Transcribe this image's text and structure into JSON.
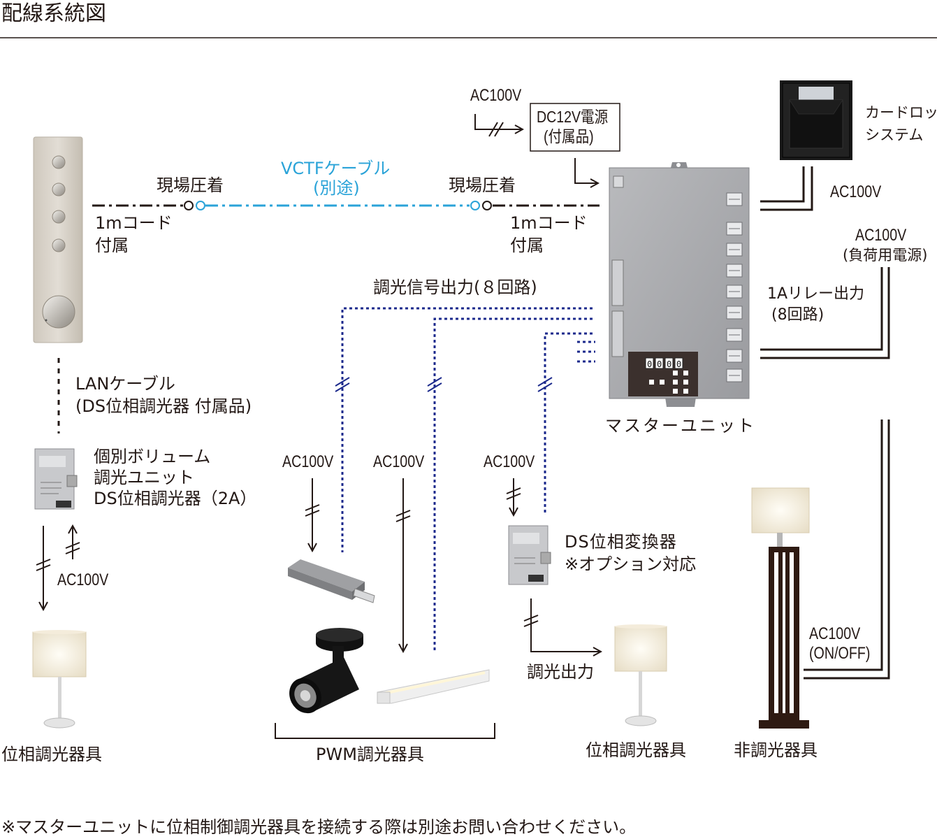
{
  "title": "配線系統図",
  "power_ac100v": "AC100V",
  "dc_power": {
    "line1": "DC12V電源",
    "line2": "(付属品)"
  },
  "card_lock": {
    "line1": "カードロック",
    "line2": "システム"
  },
  "cable": {
    "vctf_line1": "VCTFケーブル",
    "vctf_line2": "(別途)",
    "crimp": "現場圧着",
    "cord_line1": "1mコード",
    "cord_line2": "付属",
    "lan_line1": "LANケーブル",
    "lan_line2": "(DS位相調光器 付属品)"
  },
  "load_power": {
    "line1": "AC100V",
    "line2": "(負荷用電源)"
  },
  "relay": {
    "line1": "1Aリレー出力",
    "line2": "(8回路)"
  },
  "dimming_signal": "調光信号出力(８回路)",
  "master_unit": "マスターユニット",
  "individual_unit": {
    "line1": "個別ボリューム",
    "line2": "調光ユニット",
    "line3": "DS位相調光器（2A）"
  },
  "ds_converter": {
    "line1": "DS位相変換器",
    "line2": "※オプション対応"
  },
  "onoff": {
    "line1": "AC100V",
    "line2": "(ON/OFF)"
  },
  "dimming_output": "調光出力",
  "fixtures": {
    "phase_left": "位相調光器具",
    "pwm": "PWM調光器具",
    "phase_right": "位相調光器具",
    "non_dimming": "非調光器具"
  },
  "display_digits": [
    "0",
    "0",
    "0",
    "0"
  ],
  "footnote": "※マスターユニットに位相制御調光器具を接続する際は別途お問い合わせください。",
  "colors": {
    "line": "#231815",
    "vctf_cable": "#2aa3d8",
    "dimming_signal": "#1c2a8c",
    "unit_gray": "#a3a4a8",
    "wood": "#2e1a12"
  }
}
